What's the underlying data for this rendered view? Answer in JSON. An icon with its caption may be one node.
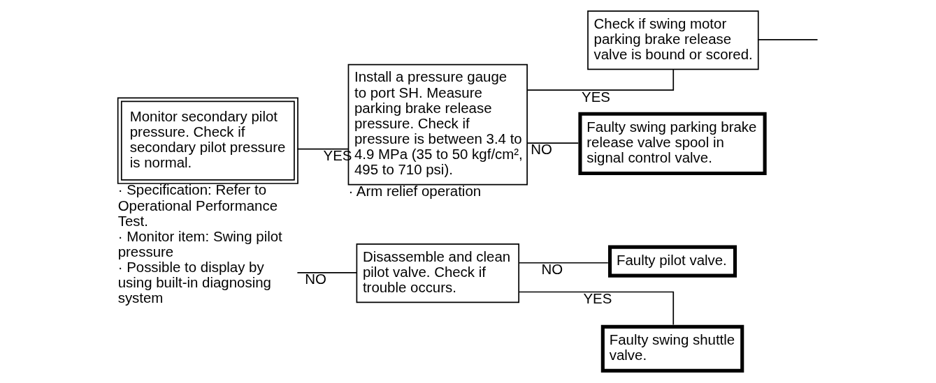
{
  "diagram": {
    "nodes": [
      {
        "text": [
          "Monitor secondary pilot pressure. Check if secondary pilot pressure is normal."
        ],
        "beside": [
          "· Specification: Refer to Operational Performance Test.",
          "· Monitor item: Swing pilot pressure",
          "· Possible to display by using built-in diagnosing system"
        ]
      },
      {
        "text": [
          "Install a pressure gauge to port SH. Measure parking brake release pressure. Check if pressure is between 3.4 to 4.9 MPa (35 to 50 kgf/cm², 495 to 710 psi)."
        ],
        "beside": [
          "· Arm relief operation"
        ]
      },
      {
        "text": [
          "Check if swing motor parking brake release valve is bound or scored."
        ]
      },
      {
        "text": [
          "Faulty swing parking brake release valve spool in signal control valve."
        ]
      },
      {
        "text": [
          "Disassemble and clean pilot valve. Check if trouble occurs."
        ]
      },
      {
        "text": [
          "Faulty pilot valve."
        ]
      },
      {
        "text": [
          "Faulty swing shuttle valve."
        ]
      }
    ],
    "edges": [
      {
        "from": 0,
        "to": 1,
        "arrow": "none",
        "label": "YES"
      },
      {
        "from": 0,
        "to": 4,
        "arrow": "none",
        "label": "NO"
      },
      {
        "from": 1,
        "to": 2,
        "arrow": "none",
        "label": "YES"
      },
      {
        "from": 1,
        "to": 3,
        "arrow": "none",
        "label": "NO"
      },
      {
        "from": 2,
        "to": null,
        "arrow": "none"
      },
      {
        "from": 4,
        "to": 5,
        "arrow": "none",
        "label": "NO"
      },
      {
        "from": 4,
        "to": 6,
        "arrow": "none",
        "label": "YES"
      }
    ]
  }
}
